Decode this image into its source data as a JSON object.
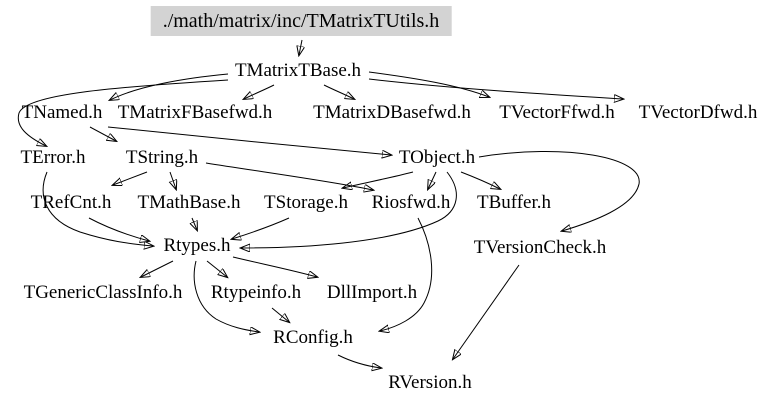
{
  "diagram": {
    "type": "include-dependency-graph",
    "colors": {
      "root_bg": "#d3d3d3",
      "text": "#000000",
      "edge": "#000000",
      "background": "#ffffff"
    },
    "nodes": [
      {
        "id": "tmatrixtutils",
        "label": "./math/matrix/inc/TMatrixTUtils.h"
      },
      {
        "id": "tmatrixtbase",
        "label": "TMatrixTBase.h"
      },
      {
        "id": "tnamed",
        "label": "TNamed.h"
      },
      {
        "id": "tmatrixfbasefwd",
        "label": "TMatrixFBasefwd.h"
      },
      {
        "id": "tmatrixdbasefwd",
        "label": "TMatrixDBasefwd.h"
      },
      {
        "id": "tvectorffwd",
        "label": "TVectorFfwd.h"
      },
      {
        "id": "tvectordfwd",
        "label": "TVectorDfwd.h"
      },
      {
        "id": "terror",
        "label": "TError.h"
      },
      {
        "id": "tstring",
        "label": "TString.h"
      },
      {
        "id": "tobject",
        "label": "TObject.h"
      },
      {
        "id": "trefcnt",
        "label": "TRefCnt.h"
      },
      {
        "id": "tmathbase",
        "label": "TMathBase.h"
      },
      {
        "id": "tstorage",
        "label": "TStorage.h"
      },
      {
        "id": "riosfwd",
        "label": "Riosfwd.h"
      },
      {
        "id": "tbuffer",
        "label": "TBuffer.h"
      },
      {
        "id": "rtypes",
        "label": "Rtypes.h"
      },
      {
        "id": "tversioncheck",
        "label": "TVersionCheck.h"
      },
      {
        "id": "tgenericclassinfo",
        "label": "TGenericClassInfo.h"
      },
      {
        "id": "rtypeinfo",
        "label": "Rtypeinfo.h"
      },
      {
        "id": "dllimport",
        "label": "DllImport.h"
      },
      {
        "id": "rconfig",
        "label": "RConfig.h"
      },
      {
        "id": "rversion",
        "label": "RVersion.h"
      }
    ],
    "edges": [
      {
        "from": "tmatrixtutils",
        "to": "tmatrixtbase"
      },
      {
        "from": "tmatrixtbase",
        "to": "tnamed"
      },
      {
        "from": "tmatrixtbase",
        "to": "terror"
      },
      {
        "from": "tmatrixtbase",
        "to": "tmatrixfbasefwd"
      },
      {
        "from": "tmatrixtbase",
        "to": "tmatrixdbasefwd"
      },
      {
        "from": "tmatrixtbase",
        "to": "tvectorffwd"
      },
      {
        "from": "tmatrixtbase",
        "to": "tvectordfwd"
      },
      {
        "from": "tnamed",
        "to": "tstring"
      },
      {
        "from": "tnamed",
        "to": "tobject"
      },
      {
        "from": "tstring",
        "to": "trefcnt"
      },
      {
        "from": "tstring",
        "to": "tmathbase"
      },
      {
        "from": "tstring",
        "to": "riosfwd"
      },
      {
        "from": "tobject",
        "to": "tstorage"
      },
      {
        "from": "tobject",
        "to": "riosfwd"
      },
      {
        "from": "tobject",
        "to": "tbuffer"
      },
      {
        "from": "tobject",
        "to": "tversioncheck"
      },
      {
        "from": "tobject",
        "to": "rtypes"
      },
      {
        "from": "terror",
        "to": "rtypes"
      },
      {
        "from": "trefcnt",
        "to": "rtypes"
      },
      {
        "from": "tmathbase",
        "to": "rtypes"
      },
      {
        "from": "tstorage",
        "to": "rtypes"
      },
      {
        "from": "rtypes",
        "to": "tgenericclassinfo"
      },
      {
        "from": "rtypes",
        "to": "rtypeinfo"
      },
      {
        "from": "rtypes",
        "to": "dllimport"
      },
      {
        "from": "rtypes",
        "to": "rconfig"
      },
      {
        "from": "rtypeinfo",
        "to": "rconfig"
      },
      {
        "from": "riosfwd",
        "to": "rconfig"
      },
      {
        "from": "rconfig",
        "to": "rversion"
      },
      {
        "from": "tversioncheck",
        "to": "rversion"
      }
    ]
  }
}
